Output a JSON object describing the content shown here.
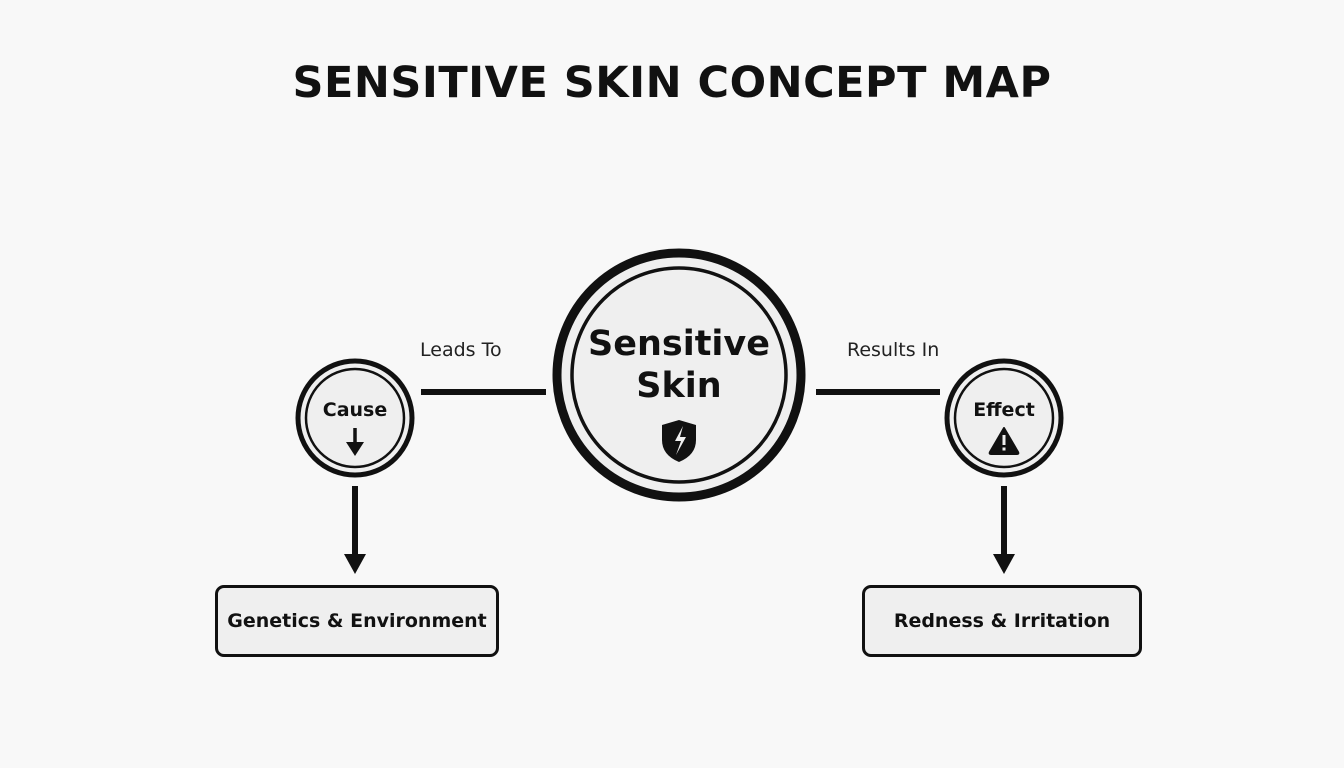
{
  "title": "SENSITIVE SKIN CONCEPT MAP",
  "center_node": {
    "line1": "Sensitive",
    "line2": "Skin",
    "icon": "shield-lightning-icon"
  },
  "cause_node": {
    "label": "Cause",
    "icon": "down-arrow-icon"
  },
  "effect_node": {
    "label": "Effect",
    "icon": "warning-icon"
  },
  "edges": {
    "left_label": "Leads To",
    "right_label": "Results In"
  },
  "boxes": {
    "cause_detail": "Genetics & Environment",
    "effect_detail": "Redness & Irritation"
  },
  "colors": {
    "background": "#f8f8f8",
    "stroke": "#111111",
    "node_fill": "#efefef"
  }
}
